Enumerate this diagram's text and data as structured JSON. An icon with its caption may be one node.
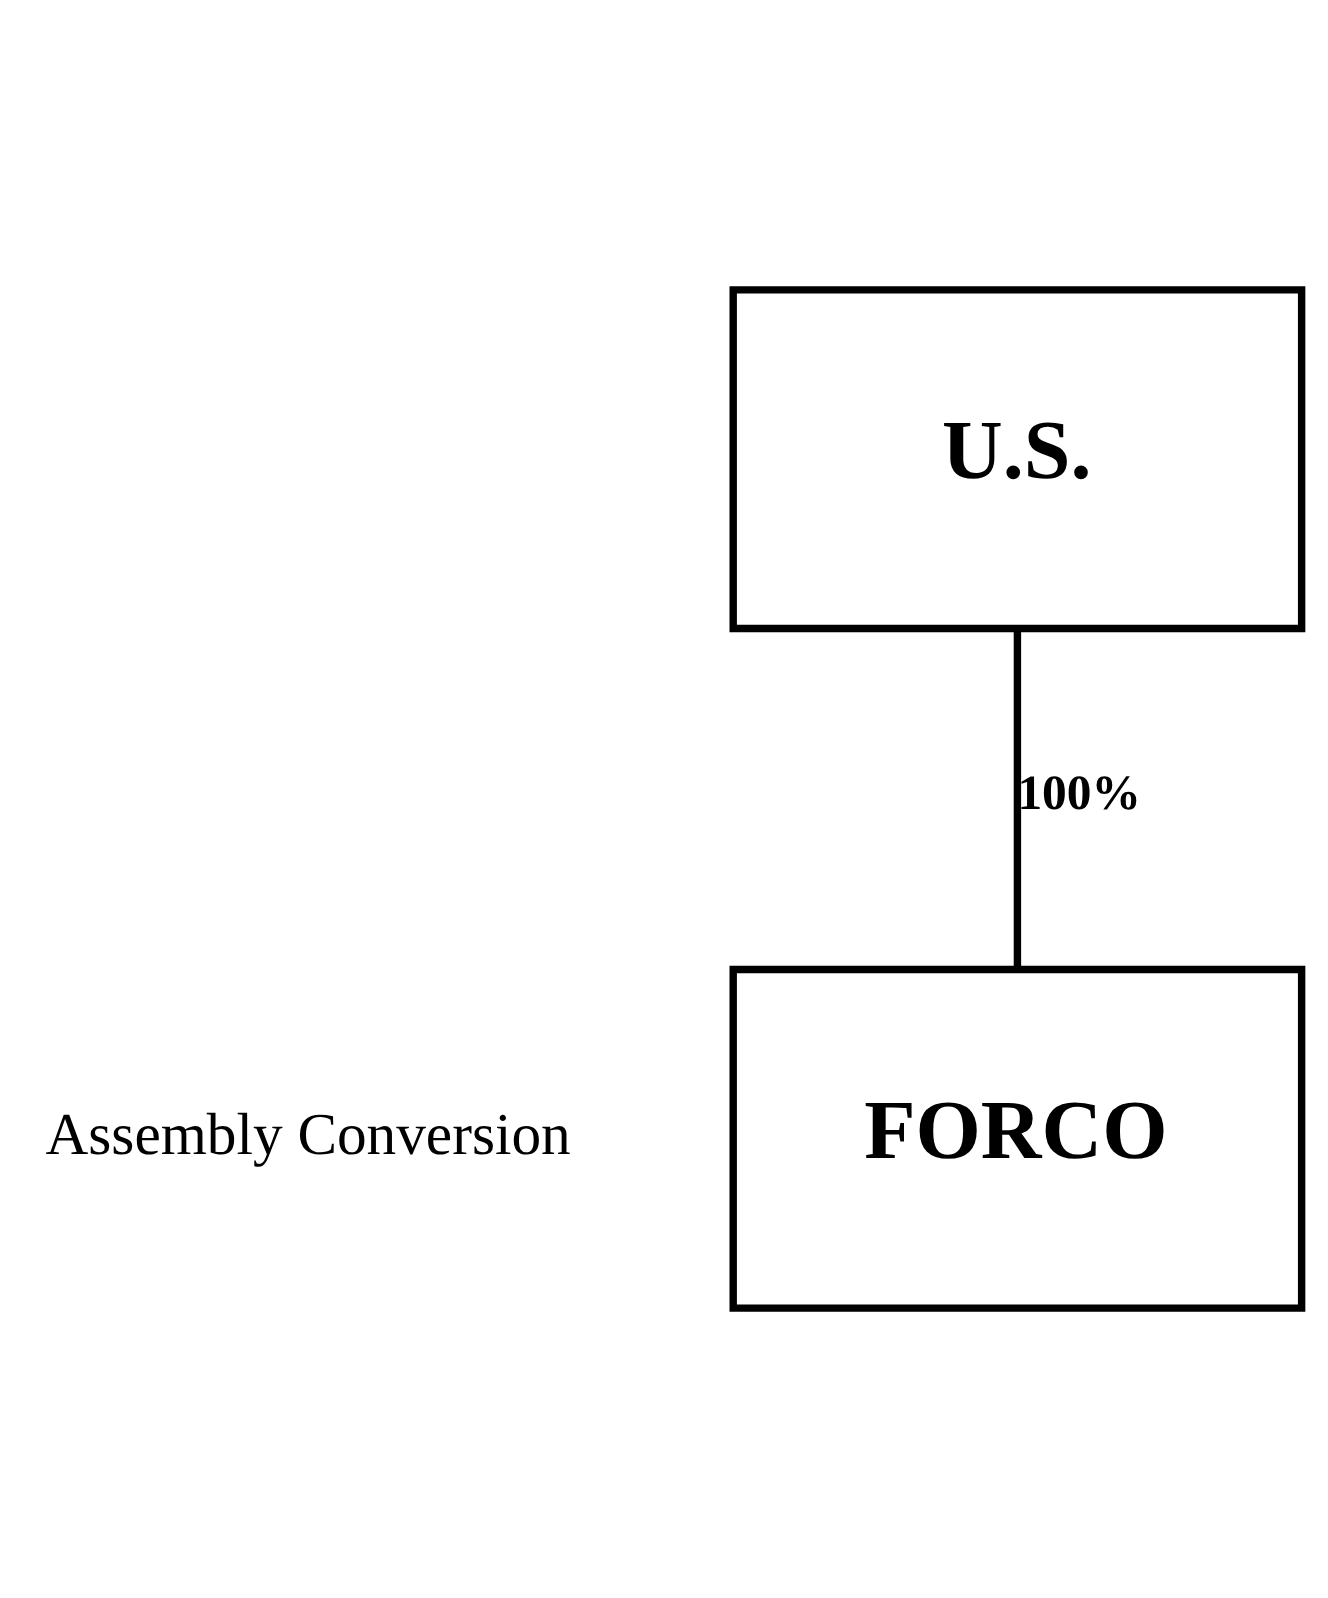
{
  "diagram": {
    "nodes": [
      {
        "text": [
          "U.S."
        ]
      },
      {
        "text": [
          "FORCO"
        ],
        "beside": [
          "Assembly Conversion"
        ]
      }
    ],
    "edges": [
      {
        "from": 0,
        "to": 1,
        "arrow": "none",
        "label": "100%"
      }
    ]
  }
}
